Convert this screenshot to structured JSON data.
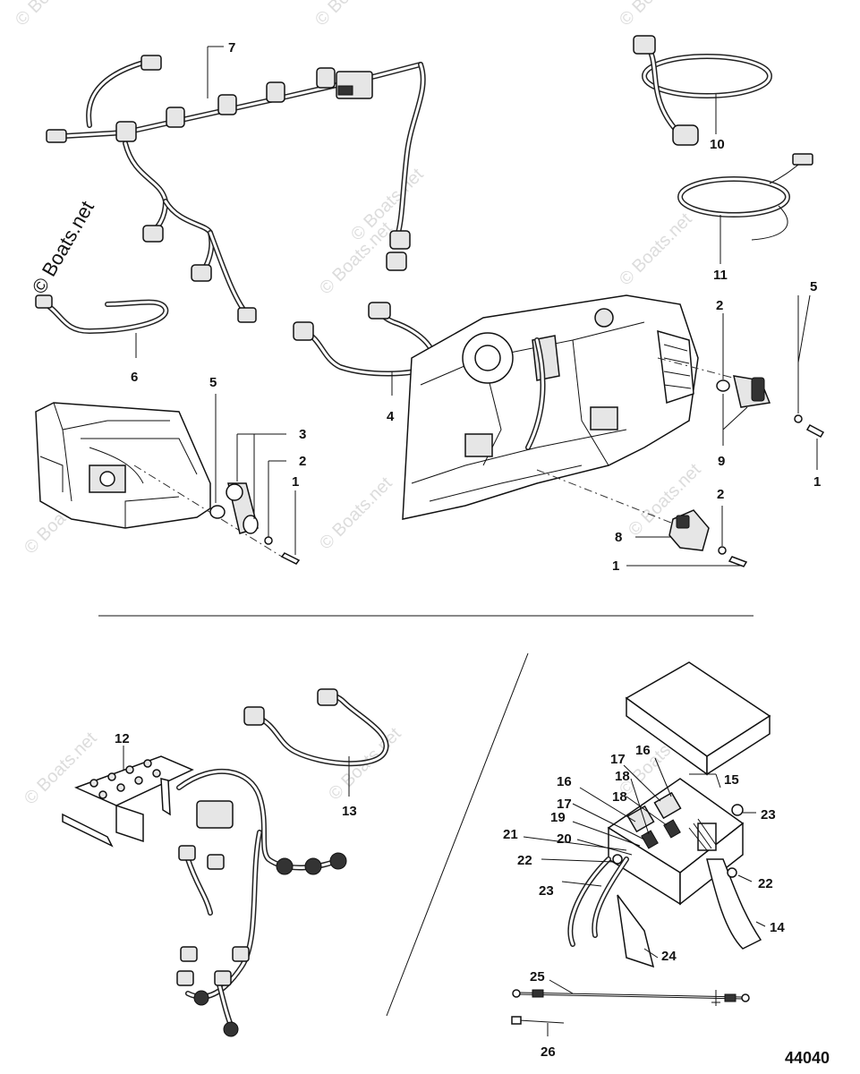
{
  "diagram": {
    "figure_number": "44040",
    "copyright_watermark": "© Boats.net",
    "background_watermark": "© Boats.net",
    "callouts": [
      {
        "id": "c7",
        "label": "7"
      },
      {
        "id": "c10",
        "label": "10"
      },
      {
        "id": "c11",
        "label": "11"
      },
      {
        "id": "c2a",
        "label": "2"
      },
      {
        "id": "c5a",
        "label": "5"
      },
      {
        "id": "c6",
        "label": "6"
      },
      {
        "id": "c4",
        "label": "4"
      },
      {
        "id": "c5b",
        "label": "5"
      },
      {
        "id": "c3",
        "label": "3"
      },
      {
        "id": "c2b",
        "label": "2"
      },
      {
        "id": "c1a",
        "label": "1"
      },
      {
        "id": "c9",
        "label": "9"
      },
      {
        "id": "c1b",
        "label": "1"
      },
      {
        "id": "c2c",
        "label": "2"
      },
      {
        "id": "c8",
        "label": "8"
      },
      {
        "id": "c1c",
        "label": "1"
      },
      {
        "id": "c12",
        "label": "12"
      },
      {
        "id": "c13",
        "label": "13"
      },
      {
        "id": "c16a",
        "label": "16"
      },
      {
        "id": "c17a",
        "label": "17"
      },
      {
        "id": "c18a",
        "label": "18"
      },
      {
        "id": "c16b",
        "label": "16"
      },
      {
        "id": "c15",
        "label": "15"
      },
      {
        "id": "c18b",
        "label": "18"
      },
      {
        "id": "c17b",
        "label": "17"
      },
      {
        "id": "c19",
        "label": "19"
      },
      {
        "id": "c23a",
        "label": "23"
      },
      {
        "id": "c21",
        "label": "21"
      },
      {
        "id": "c20",
        "label": "20"
      },
      {
        "id": "c22a",
        "label": "22"
      },
      {
        "id": "c22b",
        "label": "22"
      },
      {
        "id": "c23b",
        "label": "23"
      },
      {
        "id": "c14",
        "label": "14"
      },
      {
        "id": "c24",
        "label": "24"
      },
      {
        "id": "c25",
        "label": "25"
      },
      {
        "id": "c26",
        "label": "26"
      }
    ]
  }
}
